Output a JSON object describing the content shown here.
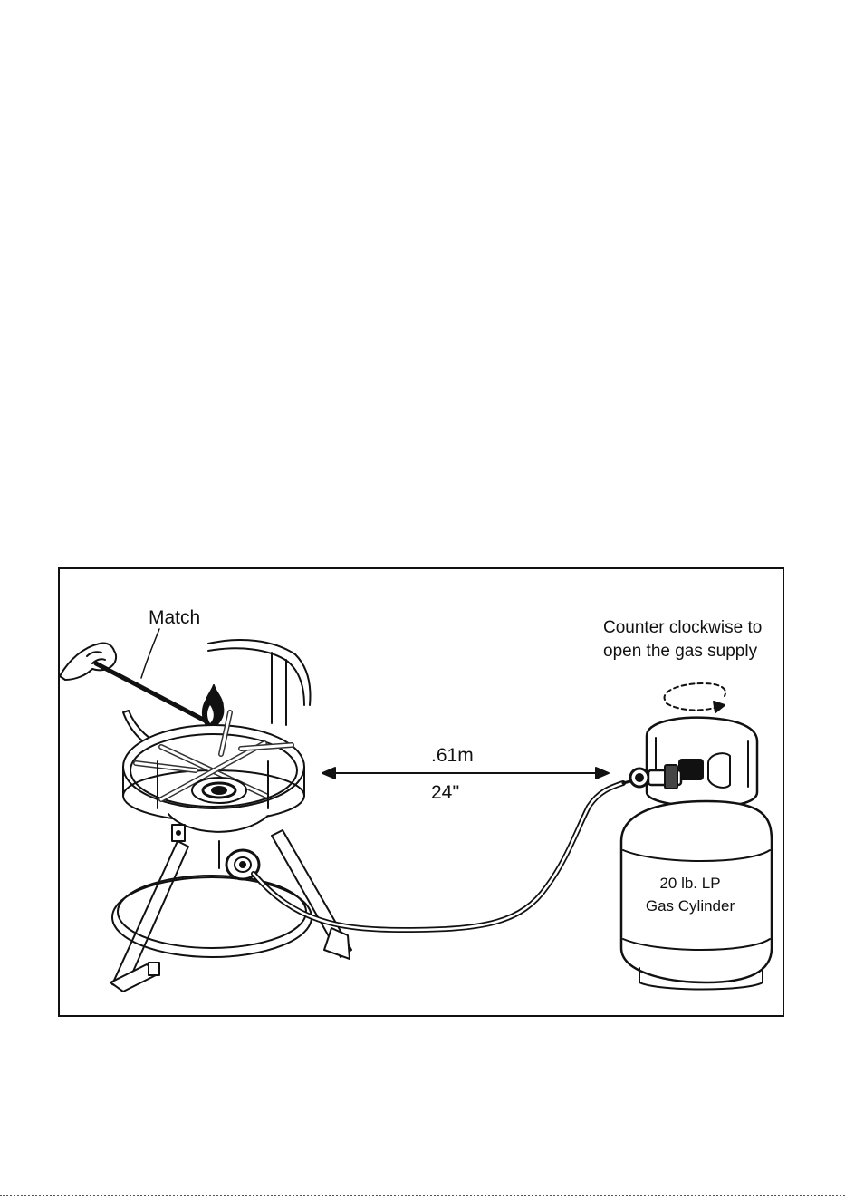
{
  "figure": {
    "match_label": "Match",
    "instruction_line1": "Counter clockwise to",
    "instruction_line2": "open the gas supply",
    "distance_metric": ".61m",
    "distance_imperial": "24''",
    "cylinder_line1": "20 lb. LP",
    "cylinder_line2": "Gas Cylinder"
  }
}
